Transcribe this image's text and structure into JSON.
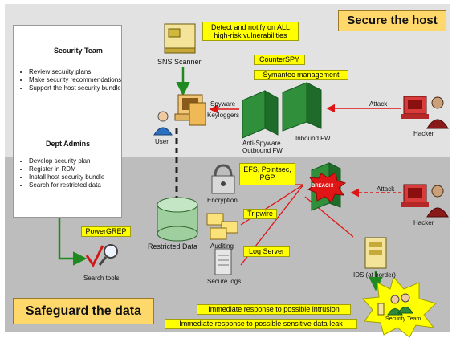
{
  "titles": {
    "secure_host": "Secure the host",
    "safeguard_data": "Safeguard the data"
  },
  "panel": {
    "security_team_title": "Security Team",
    "security_team_items": [
      "Review security plans",
      "Make security recommendations",
      "Support the host security bundle"
    ],
    "dept_admins_title": "Dept Admins",
    "dept_admins_items": [
      "Develop security plan",
      "Register in RDM",
      "Install host security bundle",
      "Search for restricted data"
    ]
  },
  "callouts": {
    "detect": "Detect and notify on ALL high-risk vulnerabilities",
    "counterspy": "CounterSPY",
    "symantec": "Symantec management",
    "efs": "EFS, Pointsec, PGP",
    "tripwire": "Tripwire",
    "log_server": "Log Server",
    "powergrep": "PowerGREP",
    "response_intrusion": "Immediate response to possible intrusion",
    "response_leak": "Immediate response to possible sensitive data leak"
  },
  "labels": {
    "sns_scanner": "SNS Scanner",
    "user": "User",
    "spyware": "Spyware",
    "keyloggers": "Keyloggers",
    "anti_spyware": "Anti-Spyware",
    "outbound_fw": "Outbound FW",
    "inbound_fw": "Inbound FW",
    "attack": "Attack",
    "hacker": "Hacker",
    "breach": "BREACH!",
    "encryption": "Encryption",
    "auditing": "Auditing",
    "secure_logs": "Secure logs",
    "restricted_data": "Restricted Data",
    "ids": "IDS (at border)",
    "search_tools": "Search tools",
    "security_team": "Security Team"
  },
  "colors": {
    "callout": "#ffff00",
    "title_box": "#ffd86b",
    "arrow_red": "#e01515",
    "arrow_green": "#1f8a1f",
    "firewall": "#2f8f3a",
    "hacker": "#b71c1c",
    "person_blue": "#2a6fc0",
    "person_green": "#2e8b3a",
    "top_band": "#e2e2e2",
    "bottom_band": "#bdbdbd"
  }
}
